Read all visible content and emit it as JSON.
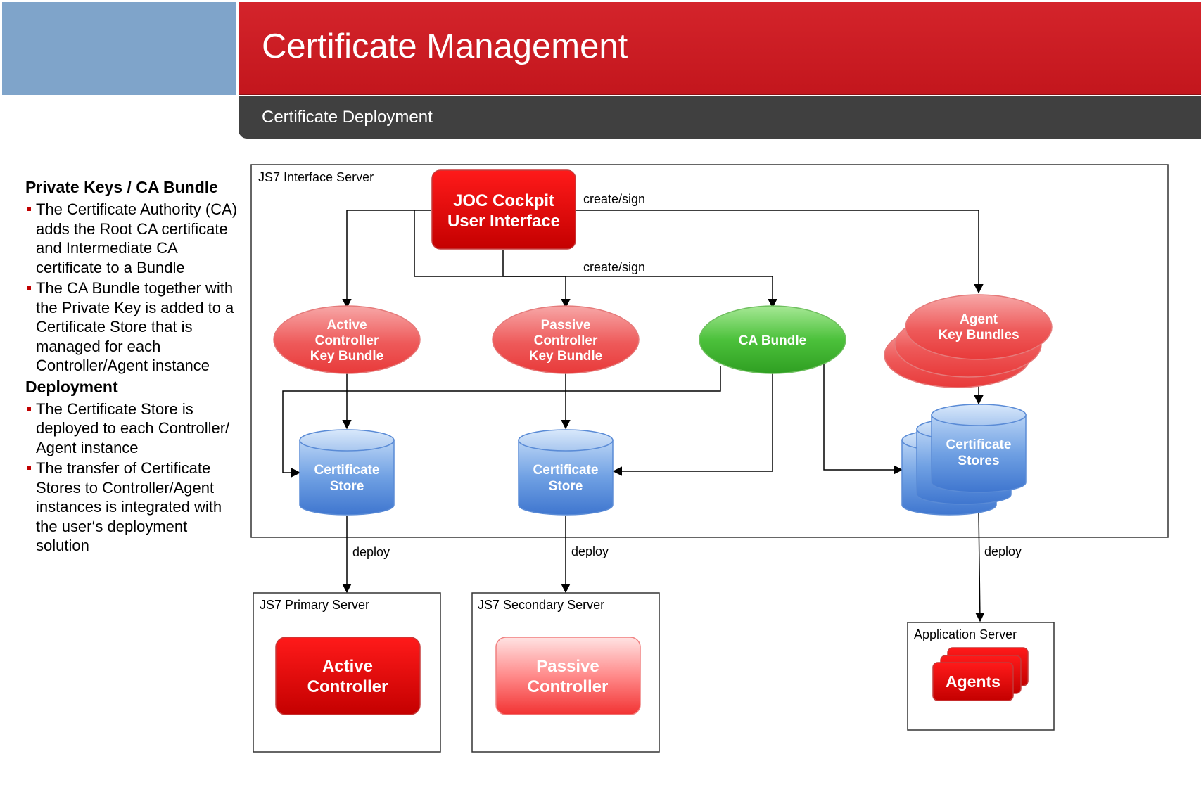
{
  "header": {
    "title": "Certificate Management",
    "subtitle": "Certificate Deployment"
  },
  "sidebar": {
    "section1": {
      "heading": "Private Keys / CA Bundle",
      "bullets": [
        "The Certificate Authority (CA) adds the Root CA certificate and Intermediate CA certificate to a Bundle",
        "The CA Bundle together with the Private Key is added to a Certificate Store that is managed for each Controller/Agent instance"
      ]
    },
    "section2": {
      "heading": "Deployment",
      "bullets": [
        "The Certificate Store is deployed to each Controller/ Agent instance",
        "The transfer of Certificate Stores to Controller/Agent instances is integrated with the user‘s deployment solution"
      ]
    }
  },
  "diagram": {
    "interface_server": "JS7 Interface Server",
    "joc": [
      "JOC Cockpit",
      "User Interface"
    ],
    "create_sign_1": "create/sign",
    "create_sign_2": "create/sign",
    "active_bundle": [
      "Active",
      "Controller",
      "Key Bundle"
    ],
    "passive_bundle": [
      "Passive",
      "Controller",
      "Key Bundle"
    ],
    "ca_bundle": "CA Bundle",
    "agent_bundles": [
      "Agent",
      "Key Bundles"
    ],
    "store_active": [
      "Certificate",
      "Store"
    ],
    "store_passive": [
      "Certificate",
      "Store"
    ],
    "stores_agents": [
      "Certificate",
      "Stores"
    ],
    "deploy_1": "deploy",
    "deploy_2": "deploy",
    "deploy_3": "deploy",
    "primary_server": "JS7 Primary Server",
    "secondary_server": "JS7 Secondary Server",
    "application_server": "Application Server",
    "active_controller": [
      "Active",
      "Controller"
    ],
    "passive_controller": [
      "Passive",
      "Controller"
    ],
    "agents": "Agents"
  },
  "colors": {
    "header_red": "#cc1f26",
    "header_blue": "#7fa4ca",
    "subbar_gray": "#404040",
    "bullet_red": "#c00000"
  }
}
